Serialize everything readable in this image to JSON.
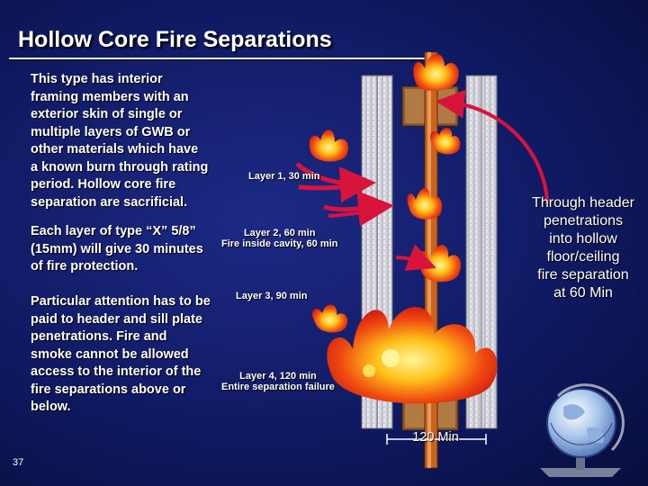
{
  "title": "Hollow Core Fire Separations",
  "paragraphs": {
    "p1": "This type has interior\nframing members with an\nexterior skin of single or\nmultiple layers of GWB or\nother materials which  have\na known burn through rating\nperiod. Hollow core fire\nseparation are sacrificial.",
    "p2": "Each layer of type “X” 5/8”\n(15mm) will give 30 minutes\nof fire protection.",
    "p3": "Particular attention has to be\npaid to header and sill plate\npenetrations. Fire and\nsmoke cannot be allowed\naccess to the interior of the\nfire separations above or\nbelow."
  },
  "layers": [
    {
      "label": "Layer 1, 30 min",
      "sub": ""
    },
    {
      "label": "Layer 2, 60 min",
      "sub": "Fire inside cavity, 60 min"
    },
    {
      "label": "Layer 3, 90 min",
      "sub": ""
    },
    {
      "label": "Layer 4, 120 min",
      "sub": "Entire separation failure"
    }
  ],
  "header_note": "Through header\npenetrations\ninto hollow\nfloor/ceiling\nfire separation\nat 60 Min",
  "bottom_label": "120 Min",
  "page_number": "37",
  "colors": {
    "background": "#101a63",
    "board": "#d9d9e0",
    "stud": "#8a5a2c",
    "pipe": "#c8641e",
    "arrow": "#d8143c",
    "flame_outer": "#e02010",
    "flame_inner": "#ffd21e"
  },
  "icons": [
    "flame-icon",
    "globe-icon",
    "arrow-icon"
  ]
}
